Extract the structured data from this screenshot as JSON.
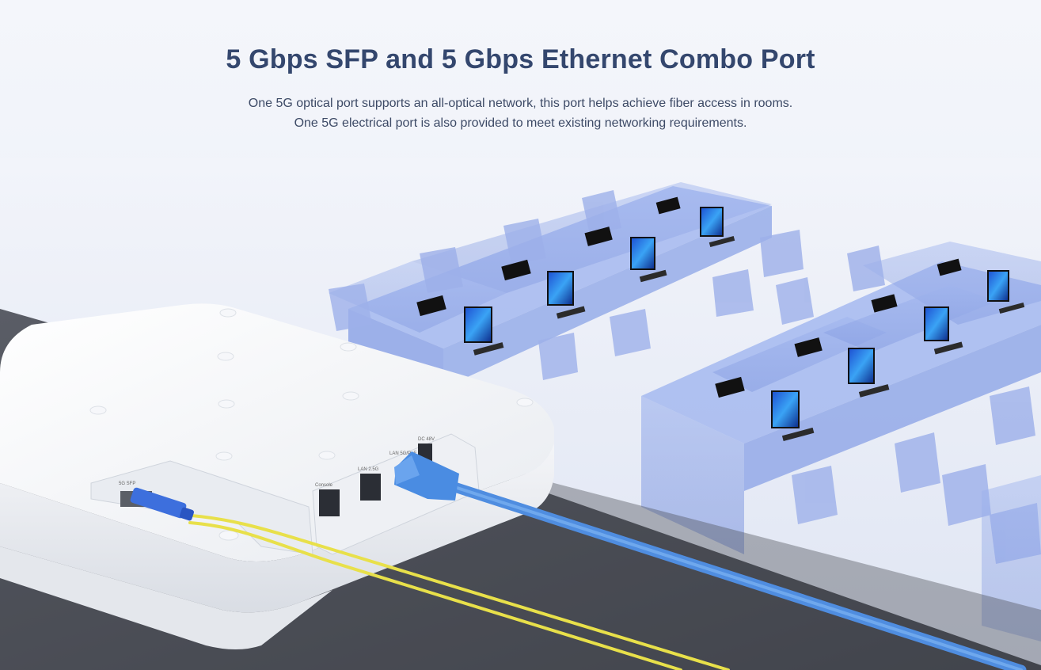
{
  "section": {
    "title": "5 Gbps SFP and 5 Gbps Ethernet Combo Port",
    "description_lines": [
      "One 5G optical port supports an all-optical network, this port helps achieve fiber access in rooms.",
      "One 5G electrical port is also provided to meet existing networking requirements."
    ]
  },
  "device": {
    "port_labels": [
      "5G SFP",
      "Console",
      "LAN 2.5G",
      "LAN 5G/PoE",
      "DC 48V"
    ]
  },
  "colors": {
    "title": "#34476e",
    "text": "#3d4a66",
    "ethernet_cable": "#5b9ae8",
    "fiber_cable": "#e8e04a",
    "office_glass": "#8fa6e6",
    "table": "#4a4d55"
  }
}
